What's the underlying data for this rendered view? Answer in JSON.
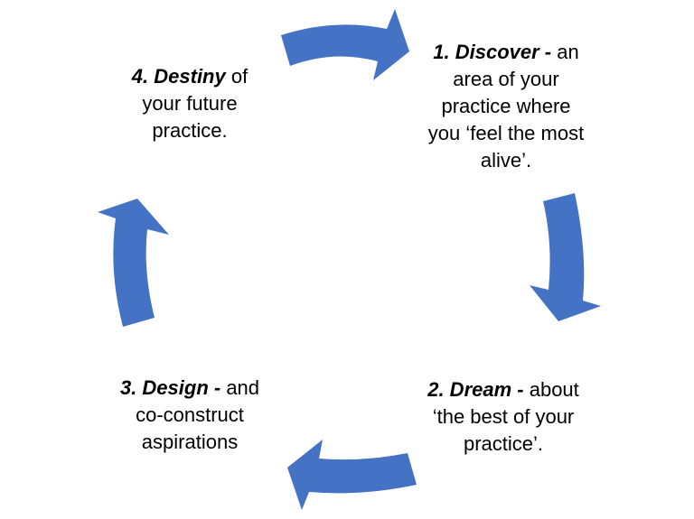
{
  "arrow_color": "#4472C4",
  "steps": [
    {
      "bold": "1. Discover -",
      "rest": " an",
      "lines": [
        "area of your",
        "practice where",
        "you ‘feel the most",
        "alive’."
      ]
    },
    {
      "bold": "2. Dream -",
      "rest": " about",
      "lines": [
        "‘the best of your",
        "practice’."
      ]
    },
    {
      "bold": "3. Design -",
      "rest": " and",
      "lines": [
        "co-construct",
        "aspirations"
      ]
    },
    {
      "bold": "4. Destiny",
      "rest": " of",
      "lines": [
        "your future",
        "practice."
      ]
    }
  ]
}
